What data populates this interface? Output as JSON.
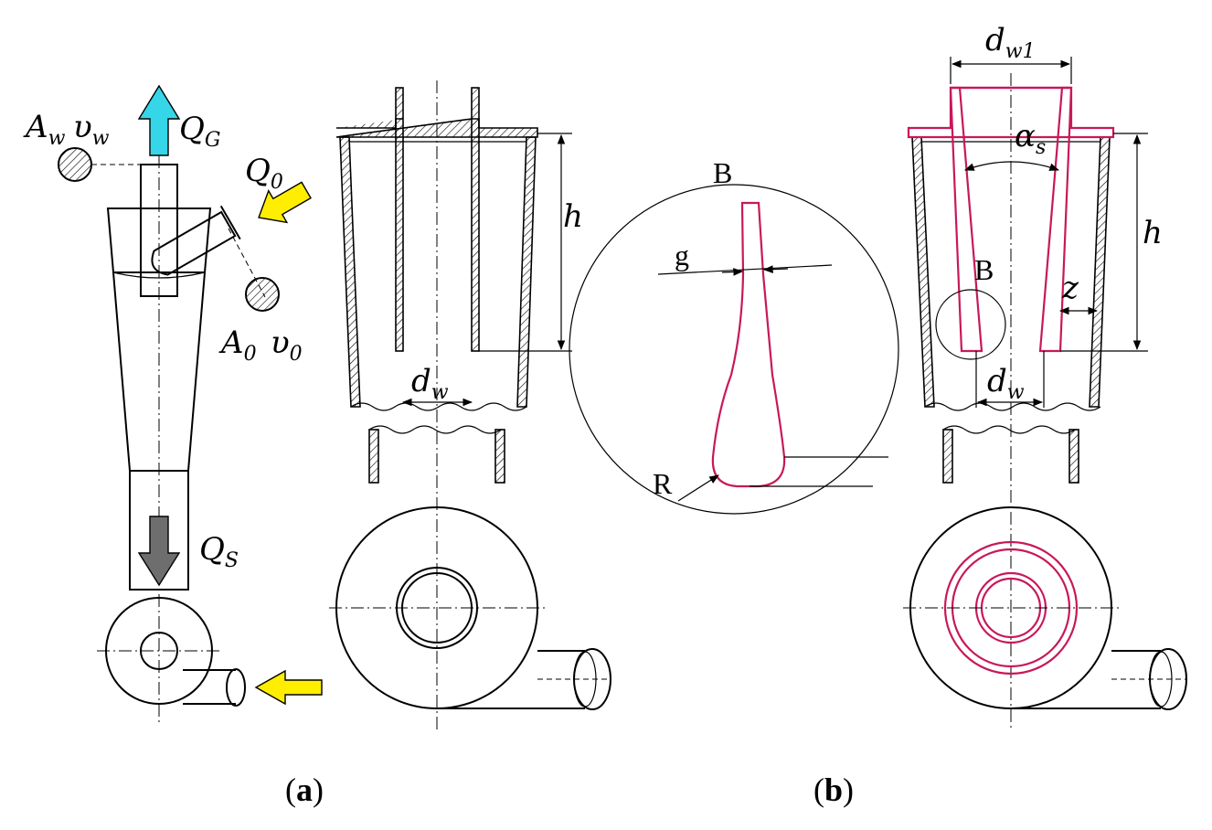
{
  "labels": {
    "area_w": "A",
    "area_w_sub": "w",
    "vel_w": "υ",
    "vel_w_sub": "w",
    "q_gas": "Q",
    "q_gas_sub": "G",
    "q_in": "Q",
    "q_in_sub": "0",
    "area_0": "A",
    "area_0_sub": "0",
    "vel_0": "υ",
    "vel_0_sub": "0",
    "q_solid": "Q",
    "q_solid_sub": "S",
    "h_b1": "h",
    "d_w_b1": "d",
    "d_w_b1_sub": "w",
    "detail_B": "B",
    "g": "g",
    "R": "R",
    "d_w1": "d",
    "d_w1_sub": "w1",
    "alpha": "α",
    "alpha_sub": "s",
    "h_b2": "h",
    "B_mark": "B",
    "z": "z",
    "d_w_b2": "d",
    "d_w_b2_sub": "w"
  },
  "captions": {
    "a_open": "(",
    "a_letter": "a",
    "a_close": ")",
    "b_open": "(",
    "b_letter": "b",
    "b_close": ")"
  },
  "colors": {
    "highlight": "#c8185a",
    "gas_arrow": "#35d6e8",
    "inlet_arrow": "#ffee00",
    "solid_arrow": "#6e6e6e"
  }
}
